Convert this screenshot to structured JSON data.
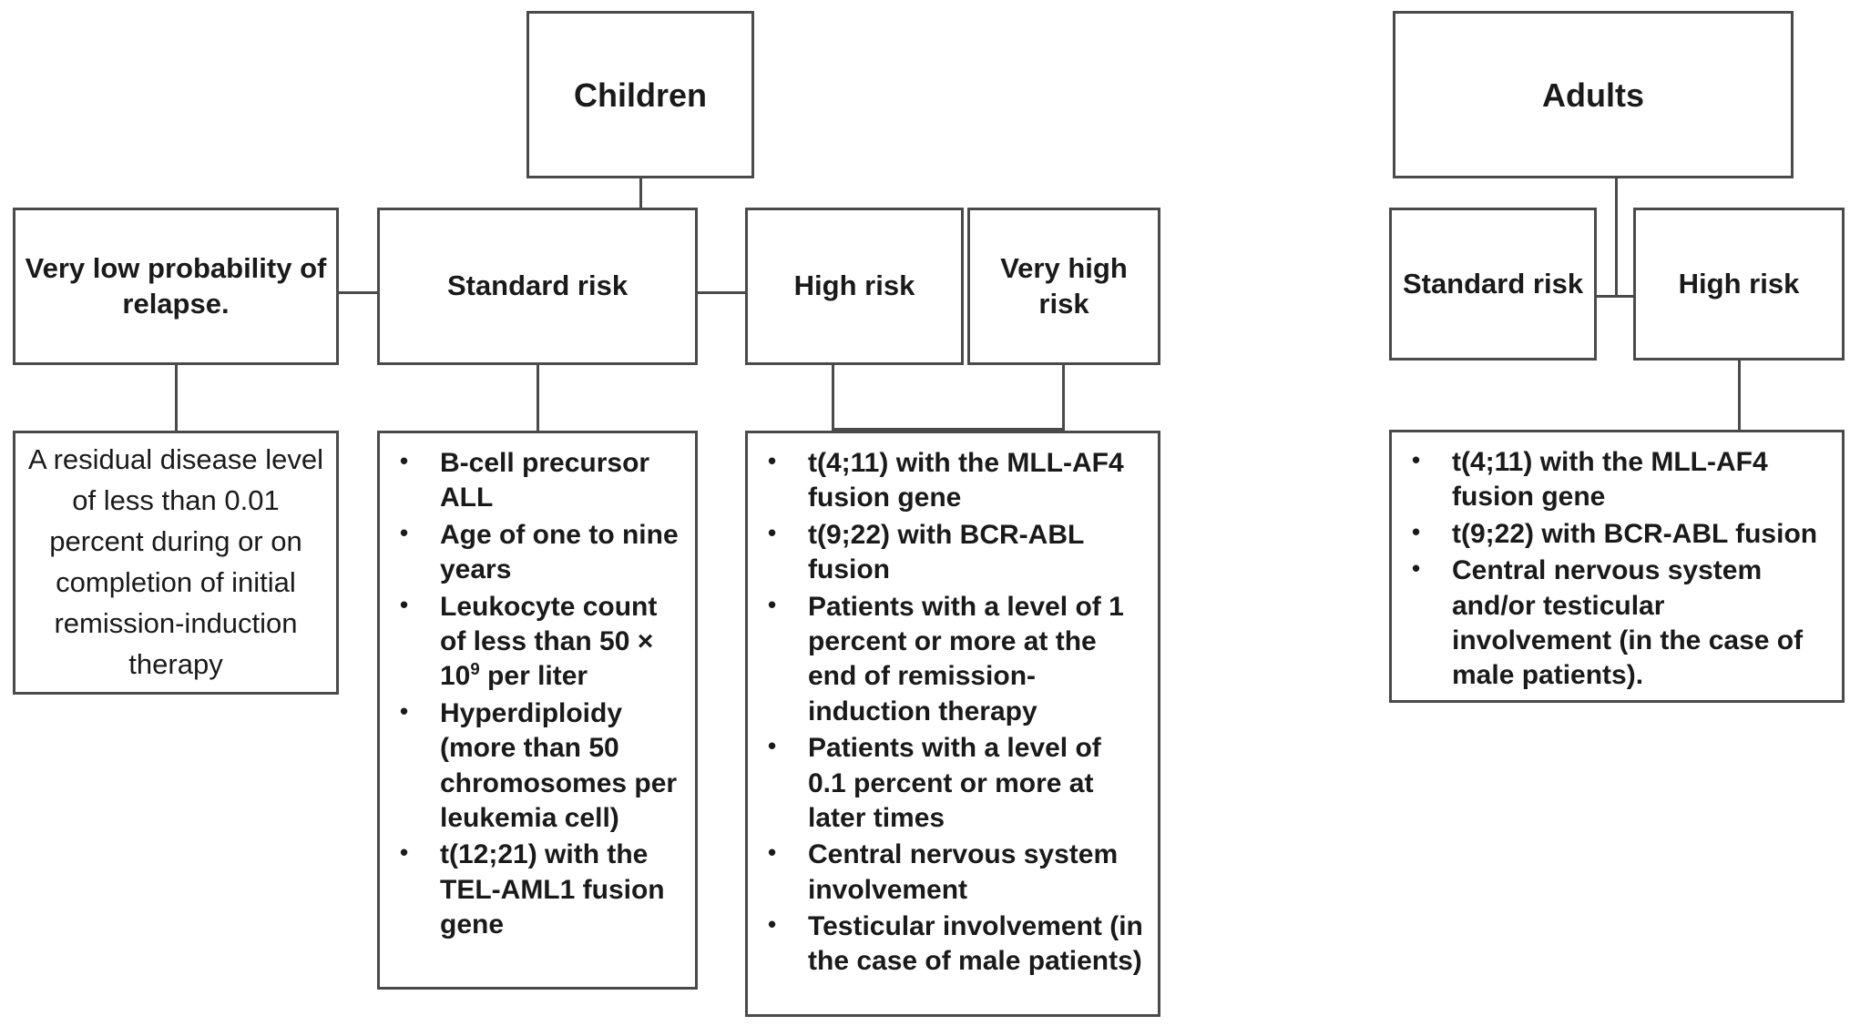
{
  "diagram": {
    "title_children": "Children",
    "title_adults": "Adults",
    "children": {
      "very_low": {
        "label": "Very low probability of relapse.",
        "detail": "A residual disease level of less than 0.01 percent during or on completion of initial remission-induction therapy"
      },
      "standard_risk": {
        "label": "Standard risk",
        "items": [
          "B-cell precursor ALL",
          "Age of one to nine years",
          "Leukocyte count of less than 50 × 10⁹ per liter",
          "Hyperdiploidy (more than 50 chromosomes per leukemia cell)",
          "t(12;21) with the TEL-AML1 fusion gene"
        ]
      },
      "high_risk": {
        "label": "High risk",
        "items": [
          "t(4;11) with the MLL-AF4 fusion gene",
          "t(9;22) with BCR-ABL fusion",
          "Patients with a level of 1 percent or more at the end of remission-induction therapy",
          "Patients with a level of 0.1 percent or more at later times",
          "Central nervous system involvement",
          "Testicular involvement (in the case of male patients)"
        ]
      },
      "very_high_risk": {
        "label": "Very high risk"
      }
    },
    "adults": {
      "standard_risk": {
        "label": "Standard risk"
      },
      "high_risk": {
        "label": "High risk",
        "items": [
          "t(4;11) with the MLL-AF4 fusion gene",
          "t(9;22) with BCR-ABL fusion",
          "Central nervous system and/or testicular involvement (in the case of male patients)."
        ]
      }
    },
    "colors": {
      "border": "#4a4a4a",
      "text": "#1a1a1a",
      "background": "#ffffff"
    }
  }
}
